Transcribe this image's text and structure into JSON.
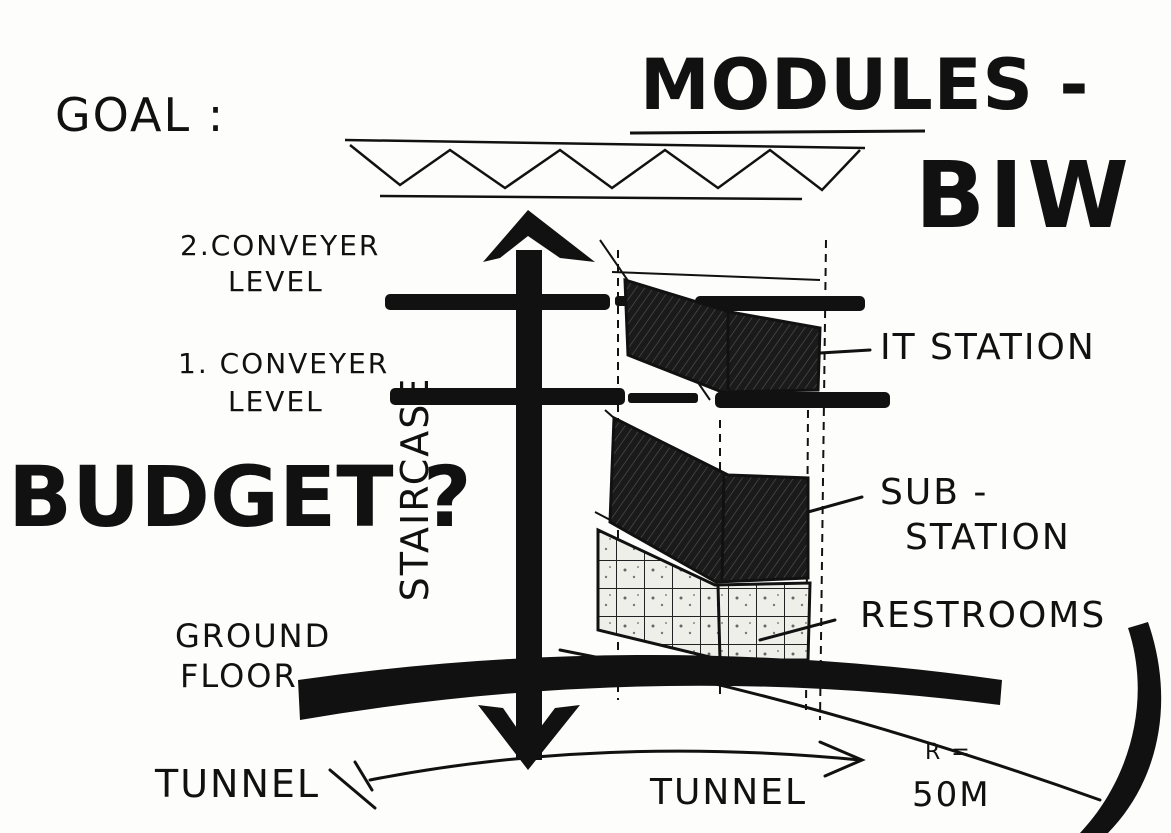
{
  "labels": {
    "goal": "GOAL :",
    "title_line1": "MODULES -",
    "title_line2": "BIW",
    "conveyor2_line1": "2.CONVEYER",
    "conveyor2_line2": "LEVEL",
    "conveyor1_line1": "1. CONVEYER",
    "conveyor1_line2": "LEVEL",
    "budget": "BUDGET ?",
    "staircase": "STAIRCASE",
    "it_station": "IT STATION",
    "sub_station_line1": "SUB -",
    "sub_station_line2": "STATION",
    "restrooms": "RESTROOMS",
    "ground_floor_line1": "GROUND",
    "ground_floor_line2": "FLOOR",
    "tunnel_left": "TUNNEL",
    "tunnel_bottom": "TUNNEL",
    "radius_line1": "r =",
    "radius_line2": "50M"
  },
  "colors": {
    "ink": "#111111",
    "paper": "#fdfdfb",
    "hatch": "#2a2a2a",
    "grid_fill": "#efefea"
  }
}
